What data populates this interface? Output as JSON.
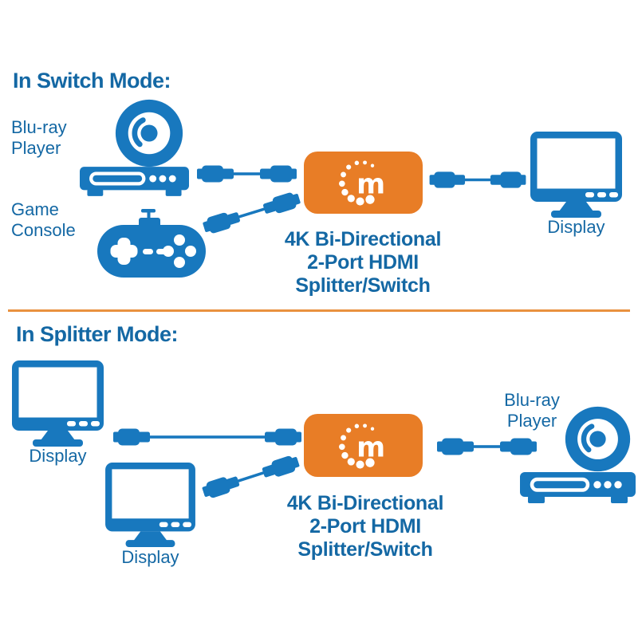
{
  "colors": {
    "icon_blue": "#1878BE",
    "text_blue": "#1468A4",
    "orange": "#E87D26",
    "divider_orange": "#E9913F"
  },
  "logo": {
    "letter": "m",
    "name": "manhattan-logo"
  },
  "icons": [
    "bluray-disc-icon",
    "player-deck-icon",
    "game-controller-icon",
    "display-monitor-icon",
    "hdmi-cable-icon",
    "manhattan-logo"
  ],
  "switch_mode": {
    "heading": "In Switch Mode:",
    "source_1": {
      "label_lines": [
        "Blu-ray",
        "Player"
      ]
    },
    "source_2": {
      "label_lines": [
        "Game",
        "Console"
      ]
    },
    "output": {
      "label": "Display"
    },
    "device_title_lines": [
      "4K Bi-Directional",
      "2-Port HDMI",
      "Splitter/Switch"
    ]
  },
  "splitter_mode": {
    "heading": "In Splitter Mode:",
    "output_1": {
      "label": "Display"
    },
    "output_2": {
      "label": "Display"
    },
    "source": {
      "label_lines": [
        "Blu-ray",
        "Player"
      ]
    },
    "device_title_lines": [
      "4K Bi-Directional",
      "2-Port HDMI",
      "Splitter/Switch"
    ]
  }
}
